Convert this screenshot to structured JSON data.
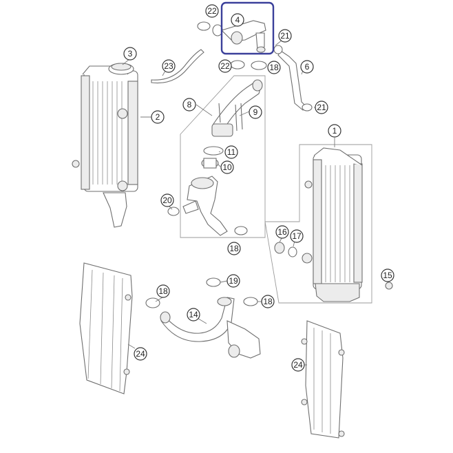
{
  "diagram": {
    "highlight_color": "#3a3f9a",
    "selected_part": "4",
    "callouts": [
      "1",
      "2",
      "3",
      "4",
      "6",
      "8",
      "9",
      "10",
      "11",
      "14",
      "15",
      "16",
      "17",
      "18",
      "18",
      "18",
      "18",
      "19",
      "20",
      "21",
      "21",
      "22",
      "22",
      "23",
      "24",
      "24"
    ]
  }
}
